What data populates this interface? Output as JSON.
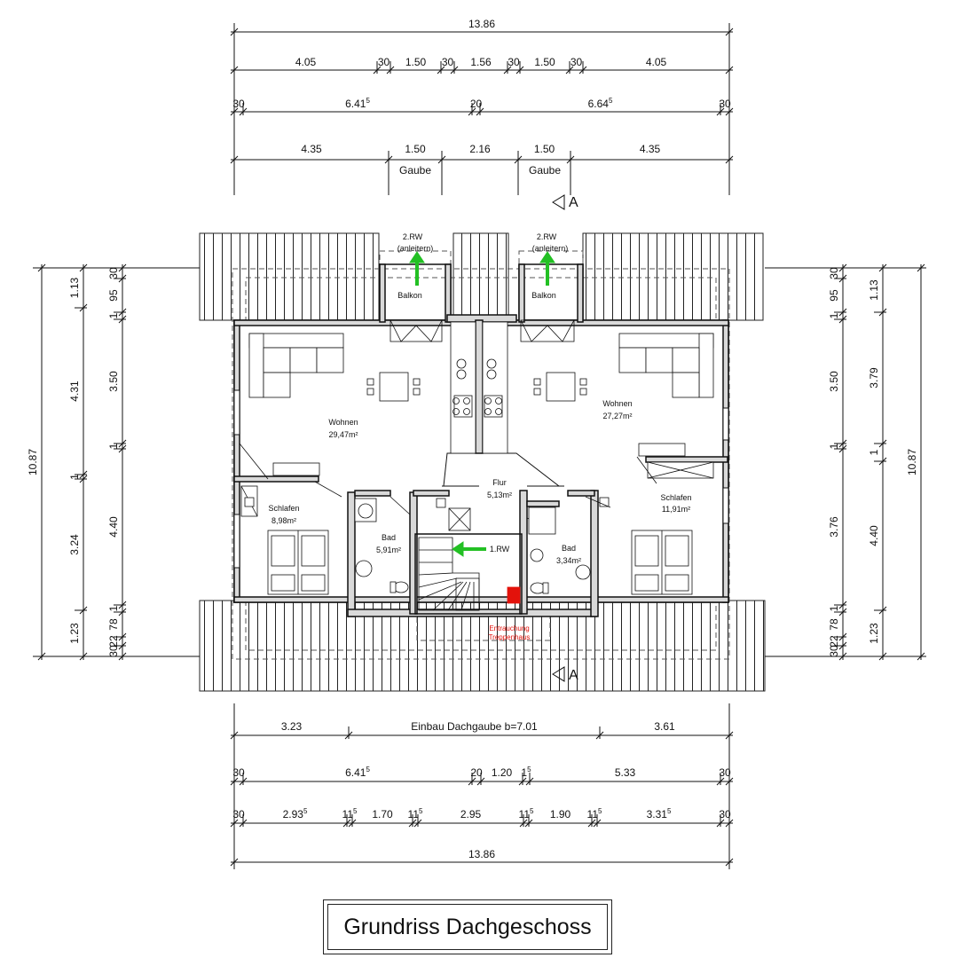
{
  "title": "Grundriss Dachgeschoss",
  "section_marker": "A",
  "top_dimensions": {
    "overall": "13.86",
    "row1": [
      "4.05",
      "30",
      "1.50",
      "30",
      "1.56",
      "30",
      "1.50",
      "30",
      "4.05"
    ],
    "row2": [
      {
        "v": "30"
      },
      {
        "v": "6.41",
        "sup": "5"
      },
      {
        "v": "20"
      },
      {
        "v": "6.64",
        "sup": "5"
      },
      {
        "v": "30"
      }
    ],
    "row3": [
      "4.35",
      "1.50",
      "2.16",
      "1.50",
      "4.35"
    ],
    "row4": [
      "Gaube",
      "Gaube"
    ]
  },
  "bottom_dimensions": {
    "row1": [
      "3.23",
      "Einbau Dachgaube b=7.01",
      "3.61"
    ],
    "row2": [
      {
        "v": "30"
      },
      {
        "v": "6.41",
        "sup": "5"
      },
      {
        "v": "20"
      },
      {
        "v": "1.20"
      },
      {
        "v": "1",
        "sup": "5"
      },
      {
        "v": "5.33"
      },
      {
        "v": "30"
      }
    ],
    "row3": [
      {
        "v": "30"
      },
      {
        "v": "2.93",
        "sup": "5"
      },
      {
        "v": "11",
        "sup": "5"
      },
      {
        "v": "1.70"
      },
      {
        "v": "11",
        "sup": "5"
      },
      {
        "v": "2.95"
      },
      {
        "v": "11",
        "sup": "5"
      },
      {
        "v": "1.90"
      },
      {
        "v": "11",
        "sup": "5"
      },
      {
        "v": "3.31",
        "sup": "5"
      },
      {
        "v": "30"
      }
    ],
    "overall": "13.86"
  },
  "left_dimensions": {
    "overall": "10.87",
    "mid": [
      "1.13",
      "4.31",
      "1",
      "3.24",
      "1.23"
    ],
    "inner": [
      "30",
      "95",
      "1",
      "3.50",
      "1",
      "4.40",
      "1",
      "78",
      "22",
      "30"
    ]
  },
  "right_dimensions": {
    "overall": "10.87",
    "mid": [
      "1.13",
      "3.79",
      "1",
      "4.40",
      "1.23"
    ],
    "inner": [
      "30",
      "95",
      "1",
      "3.50",
      "1",
      "3.76",
      "1",
      "78",
      "22",
      "30"
    ]
  },
  "rooms": [
    {
      "name": "Wohnen",
      "area": "29,47m²"
    },
    {
      "name": "Wohnen",
      "area": "27,27m²"
    },
    {
      "name": "Schlafen",
      "area": "8,98m²"
    },
    {
      "name": "Schlafen",
      "area": "11,91m²"
    },
    {
      "name": "Bad",
      "area": "5,91m²"
    },
    {
      "name": "Bad",
      "area": "3,34m²"
    },
    {
      "name": "Flur",
      "area": "5,13m²"
    },
    {
      "name": "Balkon",
      "area": ""
    },
    {
      "name": "Balkon",
      "area": ""
    }
  ],
  "escape_routes": [
    {
      "label": "2.RW",
      "note": "(anleitern)"
    },
    {
      "label": "2.RW",
      "note": "(anleitern)"
    },
    {
      "label": "1.RW",
      "note": ""
    }
  ],
  "smoke_vent": [
    "Entrauchung",
    "Treppenhaus"
  ],
  "colors": {
    "line": "#111111",
    "arrow": "#23c024",
    "alert": "#e3120b"
  }
}
